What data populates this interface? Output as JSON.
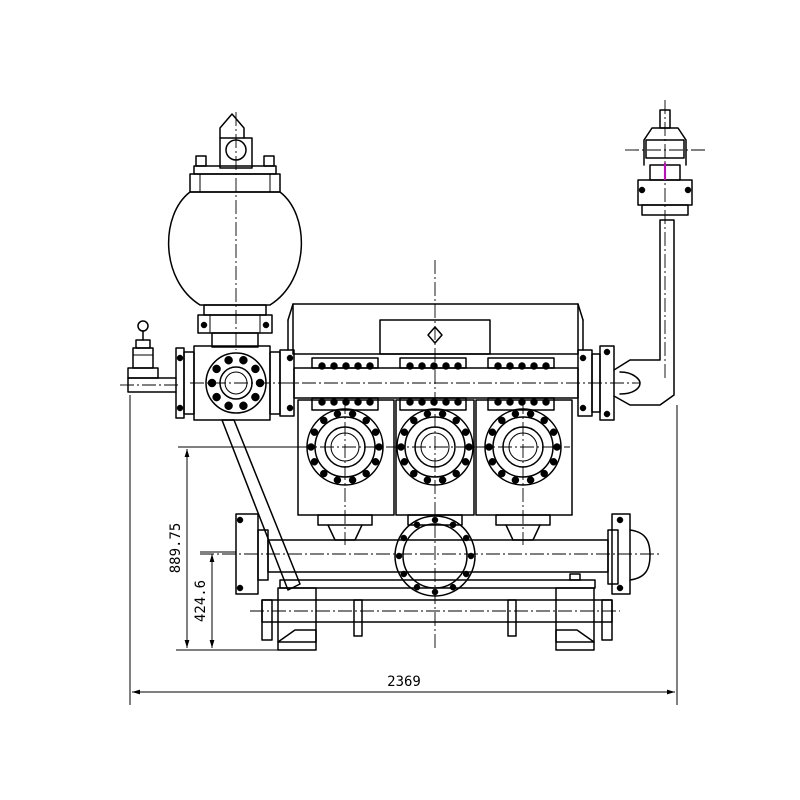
{
  "dimensions": {
    "overall_width": "2369",
    "height_upper": "889.75",
    "height_lower": "424.6"
  },
  "colors": {
    "line": "#000000",
    "accent": "#d000d0"
  }
}
